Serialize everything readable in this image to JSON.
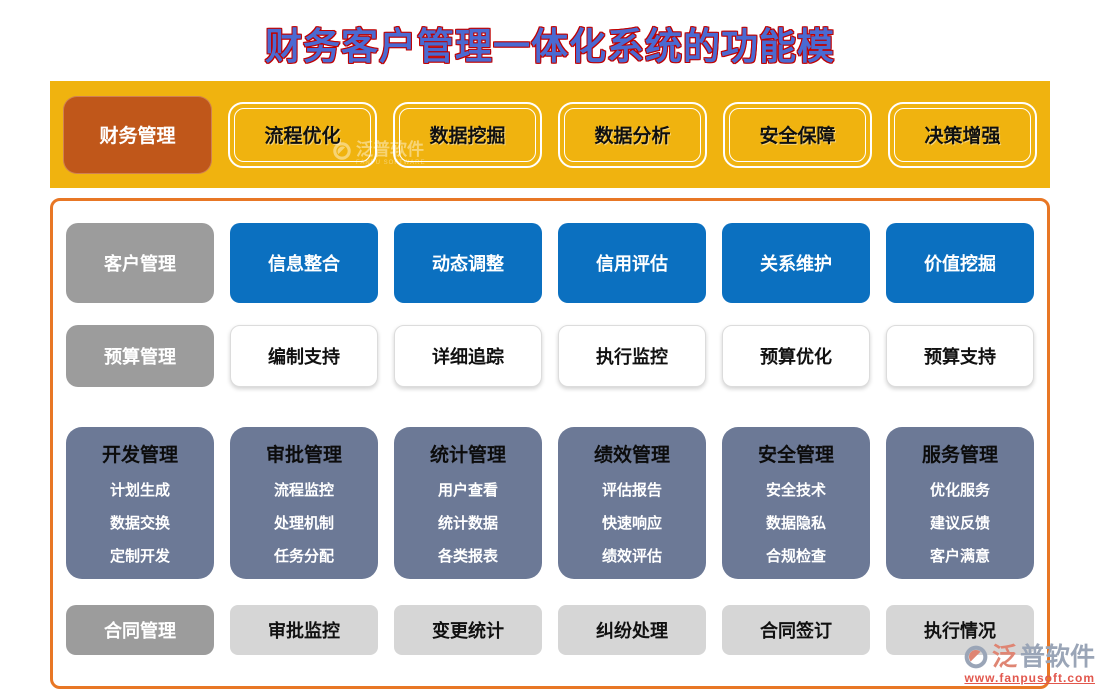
{
  "title": "财务客户管理一体化系统的功能模",
  "banner": {
    "primary": "财务管理",
    "items": [
      "流程优化",
      "数据挖掘",
      "数据分析",
      "安全保障",
      "决策增强"
    ]
  },
  "rows": {
    "customer": {
      "label": "客户管理",
      "items": [
        "信息整合",
        "动态调整",
        "信用评估",
        "关系维护",
        "价值挖掘"
      ]
    },
    "budget": {
      "label": "预算管理",
      "items": [
        "编制支持",
        "详细追踪",
        "执行监控",
        "预算优化",
        "预算支持"
      ]
    },
    "contract": {
      "label": "合同管理",
      "items": [
        "审批监控",
        "变更统计",
        "纠纷处理",
        "合同签订",
        "执行情况"
      ]
    }
  },
  "cards": [
    {
      "title": "开发管理",
      "items": [
        "计划生成",
        "数据交换",
        "定制开发"
      ]
    },
    {
      "title": "审批管理",
      "items": [
        "流程监控",
        "处理机制",
        "任务分配"
      ]
    },
    {
      "title": "统计管理",
      "items": [
        "用户查看",
        "统计数据",
        "各类报表"
      ]
    },
    {
      "title": "绩效管理",
      "items": [
        "评估报告",
        "快速响应",
        "绩效评估"
      ]
    },
    {
      "title": "安全管理",
      "items": [
        "安全技术",
        "数据隐私",
        "合规检查"
      ]
    },
    {
      "title": "服务管理",
      "items": [
        "优化服务",
        "建议反馈",
        "客户满意"
      ]
    }
  ],
  "watermark": {
    "name": "泛普软件",
    "caption": "FANPU SOFTWARE"
  },
  "logo": {
    "name_first": "泛",
    "name_rest": "普软件",
    "url": "www.fanpusoft.com"
  },
  "colors": {
    "banner_yellow": "#f0b30f",
    "primary_orange": "#c0571a",
    "module_blue": "#0b70c0",
    "label_gray": "#9c9c9c",
    "card_slate": "#6c7996",
    "light_gray": "#d6d6d6",
    "panel_border_orange": "#e87725",
    "title_blue": "#4a6ad2",
    "title_outline_red": "#c00000",
    "logo_coral": "#df8573",
    "logo_slate": "#9aa5b7",
    "url_red": "#e2574d"
  }
}
